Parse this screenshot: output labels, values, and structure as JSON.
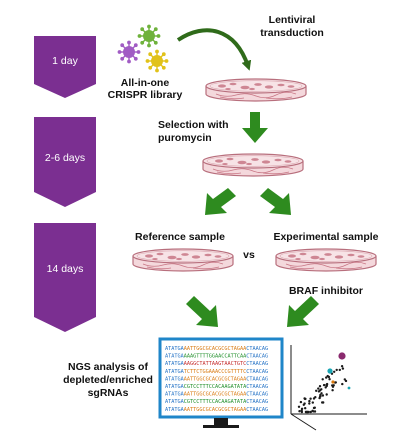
{
  "colors": {
    "step_purple": "#7b2f91",
    "arrow_green": "#2e8b1f",
    "arrow_green_dark": "#1f6e12",
    "curve_arrow": "#2f6b1a",
    "dish_rim": "#b86f7d",
    "dish_fill": "#f4d8dc",
    "cells": "#c87685",
    "monitor_blue": "#1f86c9",
    "monitor_stand": "#1a1a1a",
    "seq_blue": "#1f6fc4",
    "seq_orange": "#d9790f",
    "seq_green": "#1f8f2a",
    "seq_red": "#c42a2a",
    "dot_purple": "#8a2a6e",
    "dot_teal": "#1aa6b4",
    "dot_dark": "#1b1b1b",
    "virus_purple": "#a15cc4",
    "virus_green": "#6fb23c",
    "virus_yellow": "#e1c21a"
  },
  "steps": [
    {
      "label": "1 day"
    },
    {
      "label": "2-6 days"
    },
    {
      "label": "14 days"
    }
  ],
  "labels": {
    "library_line1": "All-in-one",
    "library_line2": "CRISPR library",
    "transduction_line1": "Lentiviral",
    "transduction_line2": "transduction",
    "selection_line1": "Selection with",
    "selection_line2": "puromycin",
    "reference": "Reference sample",
    "vs": "vs",
    "experimental": "Experimental sample",
    "inhibitor": "BRAF inhibitor",
    "ngs_line1": "NGS analysis of",
    "ngs_line2": "depleted/enriched",
    "ngs_line3": "sgRNAs"
  },
  "sequence_rows": [
    [
      "ATATGA",
      "AATTGGCGCACGCGCTAGAA",
      "CTAACAG"
    ],
    [
      "ATATGA",
      "AAAGTTTTGGAACCATTCAA",
      "CTAACAG"
    ],
    [
      "ATATGA",
      "AAGGCTATTAAGTAACTGTC",
      "CTAACAG"
    ],
    [
      "ATATGA",
      "TCTTCTGGAAACCCGTTTTC",
      "CTAACAG"
    ],
    [
      "ATATGA",
      "AATTGGCGCACGCGCTAGAA",
      "CTAACAG"
    ],
    [
      "ATATGA",
      "CGTCCTTTCCACAAGATATA",
      "CTAACAG"
    ],
    [
      "ATATGA",
      "AATTGGCGCACGCGCTAGAA",
      "CTAACAG"
    ],
    [
      "ATATGA",
      "CGTCCTTTCCACAAGATATA",
      "CTAACAG"
    ],
    [
      "ATATGA",
      "AATTGGCGCACGCGCTAGAA",
      "CTAACAG"
    ]
  ],
  "icons": {
    "virus": "virus-icon",
    "dish": "petri-dish-icon",
    "monitor": "computer-monitor-icon",
    "plot": "scatter-plot-icon"
  }
}
